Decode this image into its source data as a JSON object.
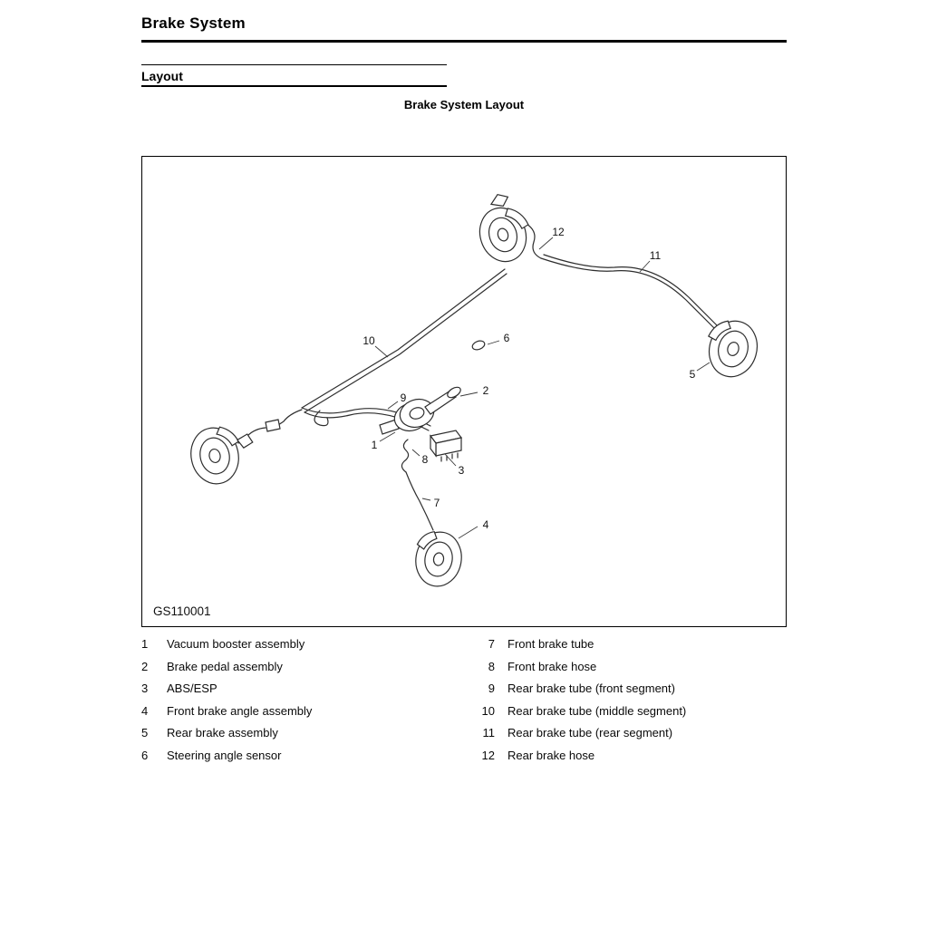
{
  "page": {
    "title": "Brake System",
    "section": "Layout",
    "caption": "Brake System Layout",
    "figure_code": "GS110001"
  },
  "diagram": {
    "callouts": [
      "1",
      "2",
      "3",
      "4",
      "5",
      "6",
      "7",
      "8",
      "9",
      "10",
      "11",
      "12"
    ]
  },
  "legend": {
    "left": [
      {
        "num": "1",
        "label": "Vacuum booster assembly"
      },
      {
        "num": "2",
        "label": "Brake pedal assembly"
      },
      {
        "num": "3",
        "label": "ABS/ESP"
      },
      {
        "num": "4",
        "label": "Front brake angle assembly"
      },
      {
        "num": "5",
        "label": "Rear brake assembly"
      },
      {
        "num": "6",
        "label": "Steering angle sensor"
      }
    ],
    "right": [
      {
        "num": "7",
        "label": "Front brake tube"
      },
      {
        "num": "8",
        "label": "Front brake hose"
      },
      {
        "num": "9",
        "label": "Rear brake tube (front segment)"
      },
      {
        "num": "10",
        "label": "Rear brake tube (middle segment)"
      },
      {
        "num": "11",
        "label": "Rear brake tube (rear segment)"
      },
      {
        "num": "12",
        "label": "Rear brake hose"
      }
    ]
  }
}
